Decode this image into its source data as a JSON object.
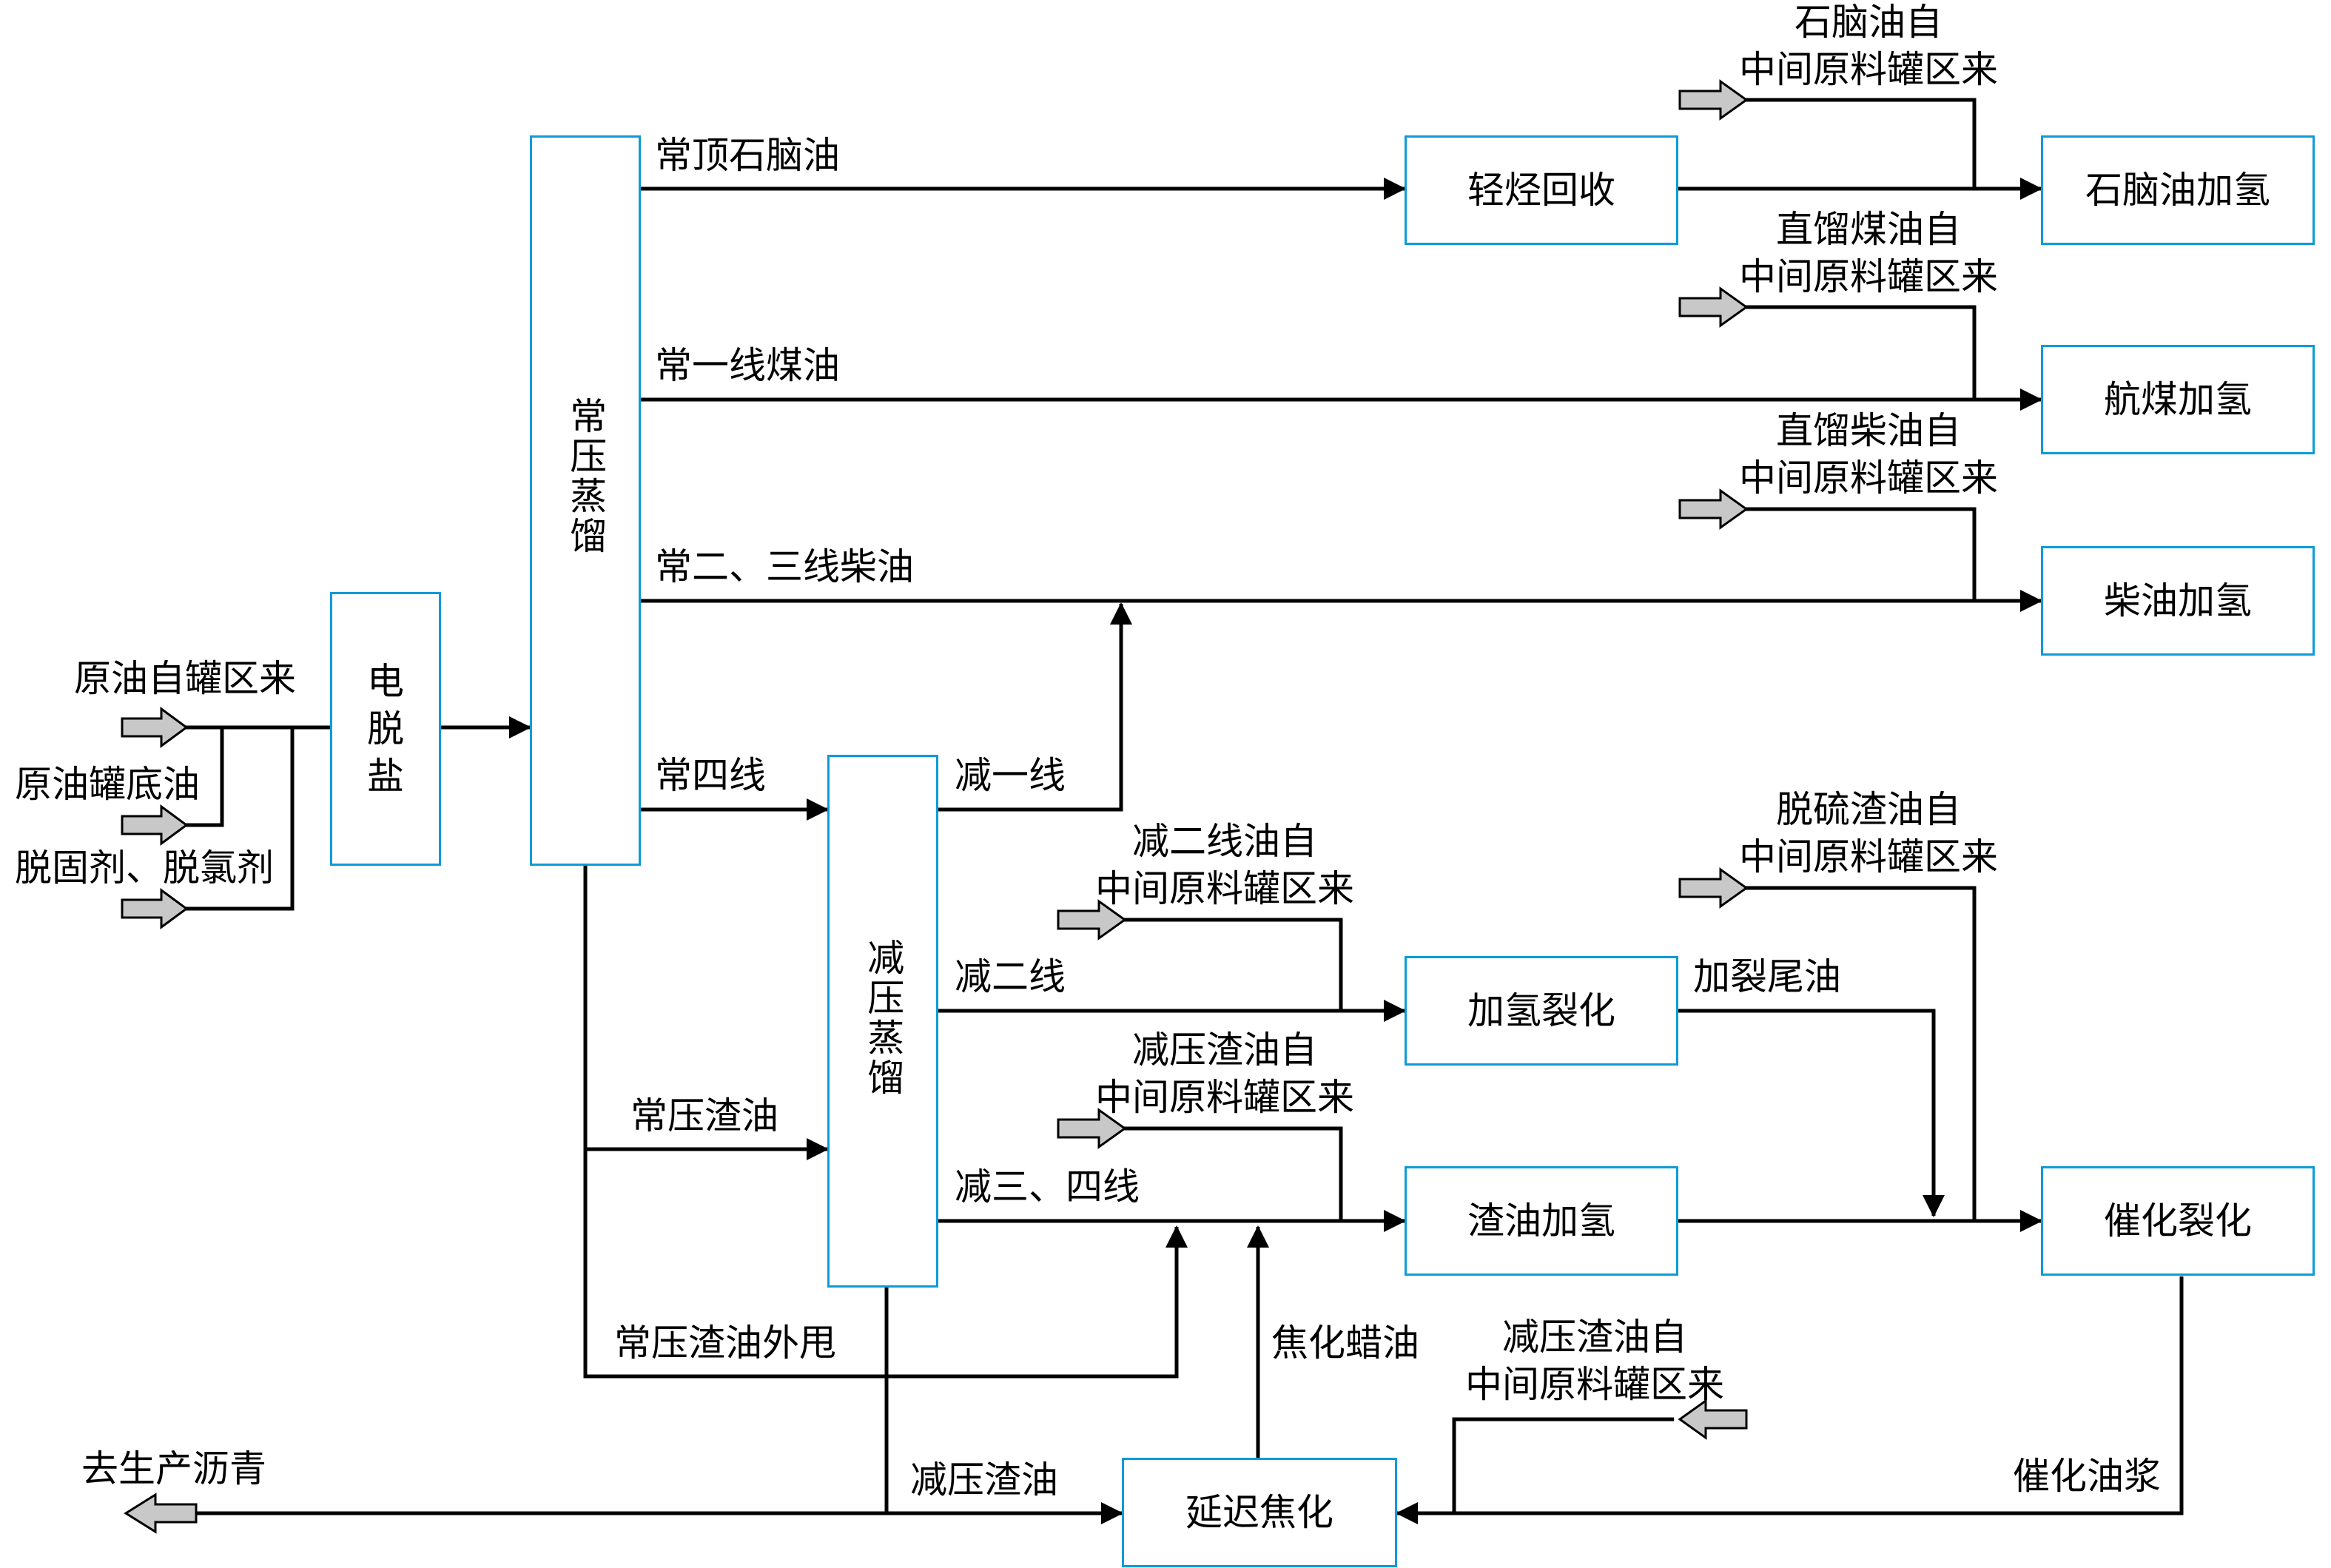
{
  "units": {
    "desalting": [
      "电",
      "脱",
      "盐"
    ],
    "atmospheric": "常压蒸馏",
    "vacuum": "减压蒸馏",
    "light_hc": "轻烃回收",
    "naphtha_hydro": "石脑油加氢",
    "jet_hydro": "航煤加氢",
    "diesel_hydro": "柴油加氢",
    "hydrocracking": "加氢裂化",
    "resid_hydro": "渣油加氢",
    "fcc": "催化裂化",
    "coking": "延迟焦化"
  },
  "streams": {
    "crude_in": "原油自罐区来",
    "tank_bottom": "原油罐底油",
    "additives": "脱固剂、脱氯剂",
    "atm_top": "常顶石脑油",
    "atm_1": "常一线煤油",
    "atm_23": "常二、三线柴油",
    "atm_4": "常四线",
    "atm_resid": "常压渣油",
    "atm_resid_out": "常压渣油外甩",
    "vac_1": "减一线",
    "vac_2": "减二线",
    "vac_34": "减三、四线",
    "vac_resid": "减压渣油",
    "hc_tail": "加裂尾油",
    "coker_wax": "焦化蜡油",
    "fcc_slurry": "催化油浆",
    "to_asphalt": "去生产沥青"
  },
  "feeds": {
    "naphtha_ext": [
      "石脑油自",
      "中间原料罐区来"
    ],
    "kero_ext": [
      "直馏煤油自",
      "中间原料罐区来"
    ],
    "diesel_ext": [
      "直馏柴油自",
      "中间原料罐区来"
    ],
    "desulf_resid_ext": [
      "脱硫渣油自",
      "中间原料罐区来"
    ],
    "vac2_ext": [
      "减二线油自",
      "中间原料罐区来"
    ],
    "vac_resid_ext": [
      "减压渣油自",
      "中间原料罐区来"
    ],
    "vac_resid_ext2": [
      "减压渣油自",
      "中间原料罐区来"
    ]
  },
  "colors": {
    "box_border": "#0e9bd8",
    "line": "#000000",
    "hollow_arrow_fill": "#c8c8c8"
  }
}
